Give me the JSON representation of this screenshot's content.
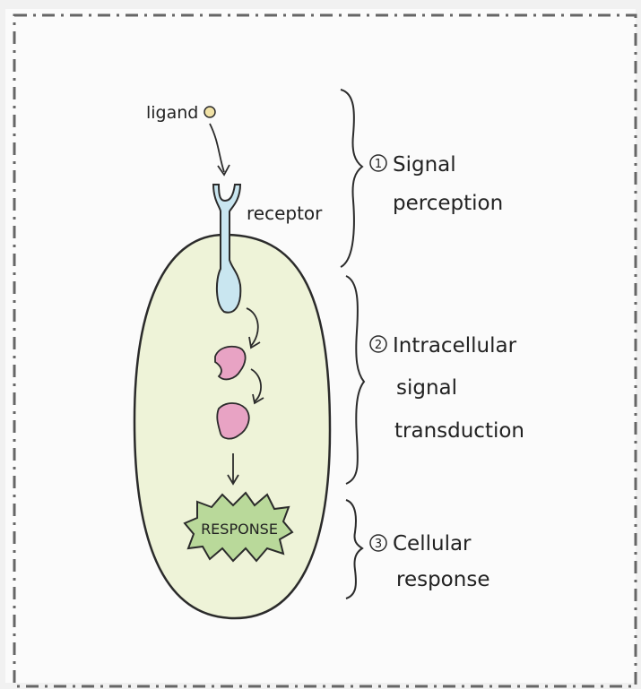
{
  "labels": {
    "ligand": "ligand",
    "receptor": "receptor",
    "response": "RESPONSE"
  },
  "steps": [
    {
      "number": "1",
      "lines": [
        "Signal",
        "perception"
      ]
    },
    {
      "number": "2",
      "lines": [
        "Intracellular",
        "signal",
        "transduction"
      ]
    },
    {
      "number": "3",
      "lines": [
        "Cellular",
        "response"
      ]
    }
  ],
  "colors": {
    "cell_fill": "#eef3d8",
    "receptor_fill": "#c9e6f0",
    "protein_fill": "#e8a3c4",
    "response_fill": "#b9d99a",
    "ligand_fill": "#f1e2a6",
    "outline": "#2b2b2b"
  }
}
